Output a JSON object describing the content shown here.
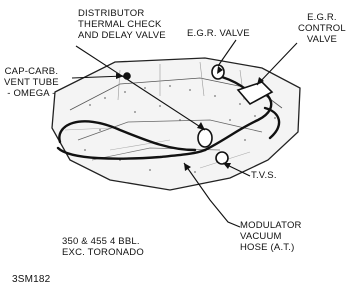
{
  "labels": {
    "distributor_valve": "DISTRIBUTOR\nTHERMAL CHECK\nAND DELAY VALVE",
    "egr_valve": "E.G.R. VALVE",
    "egr_control_valve": "E.G.R.\nCONTROL\nVALVE",
    "cap_carb_tube": "CAP-CARB.\nVENT TUBE\n- OMEGA -",
    "tvs": "T.V.S.",
    "modulator_hose": "MODULATOR\nVACUUM\nHOSE (A.T.)",
    "engine_note": "350 & 455 4 BBL.\nEXC. TORONADO",
    "figure_code": "3SM182"
  }
}
